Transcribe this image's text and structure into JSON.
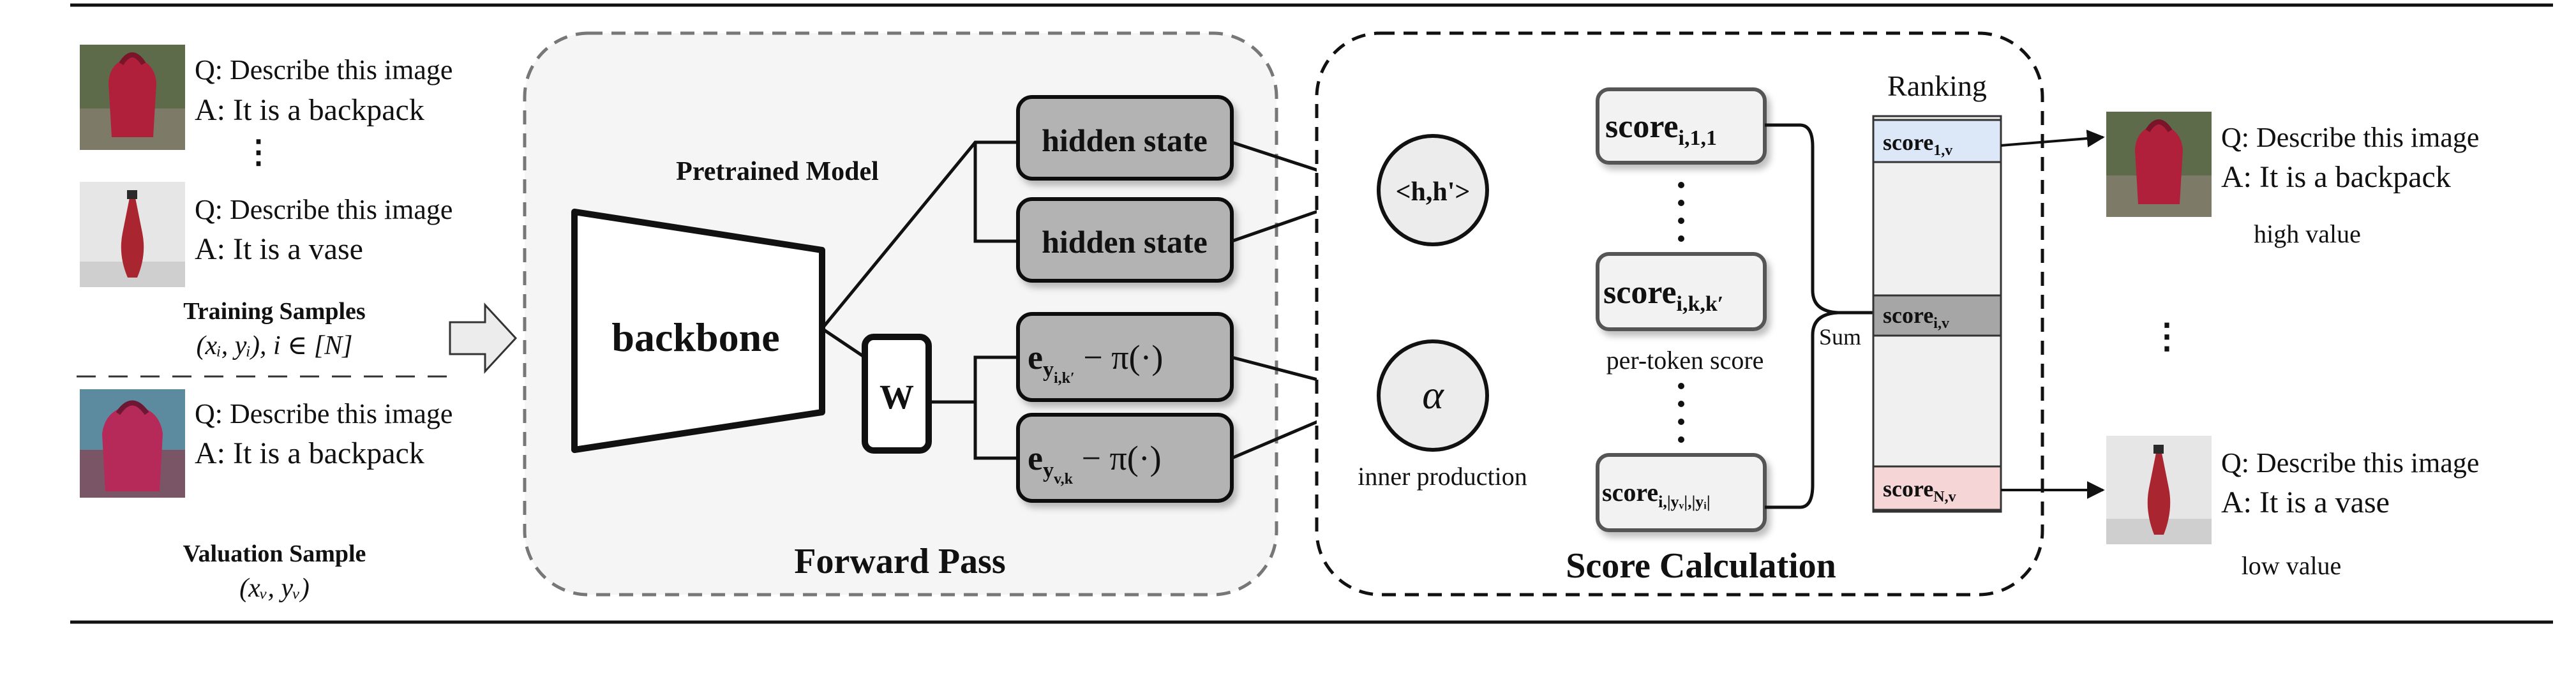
{
  "training_samples": {
    "sample_1": {
      "question": "Q: Describe this image",
      "answer": "A: It is a backpack"
    },
    "vertical_ellipsis": "⋮",
    "sample_2": {
      "question": "Q: Describe this image",
      "answer": "A: It is a vase"
    },
    "label": "Training Samples",
    "notation": "(xᵢ, yᵢ), i ∈ [N]"
  },
  "valuation_sample": {
    "question": "Q: Describe this image",
    "answer": "A: It is a backpack",
    "label": "Valuation Sample",
    "notation": "(xᵥ, yᵥ)"
  },
  "forward_pass": {
    "title": "Forward Pass",
    "model_label": "Pretrained Model",
    "backbone_label": "backbone",
    "w_label": "W",
    "hidden_state_1": "hidden state",
    "hidden_state_2": "hidden state",
    "embed_1": {
      "base": "e",
      "sub": "y",
      "subsub": "i,k′",
      "rest": " − π(·)"
    },
    "embed_2": {
      "base": "e",
      "sub": "y",
      "subsub": "v,k",
      "rest": " − π(·)"
    }
  },
  "score_calculation": {
    "title": "Score Calculation",
    "inner_product_label": "<h,h'>",
    "alpha_label": "α",
    "inner_production_caption": "inner production",
    "score_top": {
      "base": "score",
      "sub": "i,1,1"
    },
    "score_mid": {
      "base": "score",
      "sub": "i,k,k′"
    },
    "score_bottom": {
      "base": "score",
      "sub": "i,|yᵥ|,|yᵢ|"
    },
    "per_token_caption": "per-token score",
    "sum_label": "Sum"
  },
  "ranking": {
    "title": "Ranking",
    "score_first": {
      "base": "score",
      "sub": "1,v"
    },
    "score_middle": {
      "base": "score",
      "sub": "i,v"
    },
    "score_last": {
      "base": "score",
      "sub": "N,v"
    }
  },
  "results": {
    "high": {
      "question": "Q: Describe this image",
      "answer": "A: It is a backpack",
      "value_label": "high value"
    },
    "ellipsis": "⋮",
    "low": {
      "question": "Q: Describe this image",
      "answer": "A: It is a vase",
      "value_label": "low value"
    }
  },
  "colors": {
    "box_fill_dark": "#b3b3b3",
    "box_fill_light": "#f2f2f2",
    "ranking_blue": "#dce8f7",
    "ranking_gray": "#a6a6a6",
    "ranking_red": "#f5d5d5",
    "panel_fill": "#f5f5f5"
  }
}
